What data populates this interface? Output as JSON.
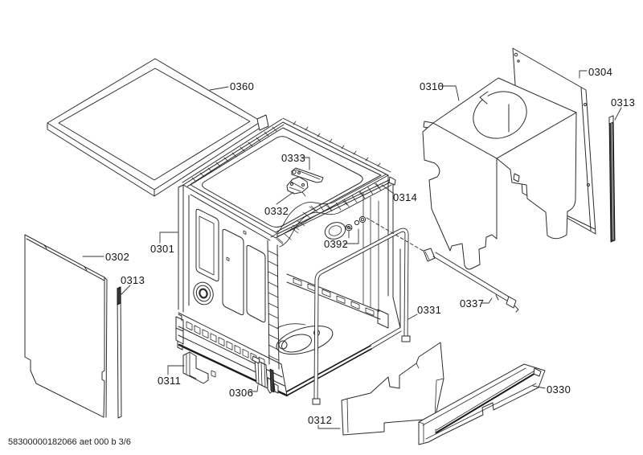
{
  "diagram": {
    "callouts": {
      "c0360": "0360",
      "c0333": "0333",
      "c0332": "0332",
      "c0392": "0392",
      "c0314": "0314",
      "c0310": "0310",
      "c0304": "0304",
      "c0313_right": "0313",
      "c0313_left": "0313",
      "c0302": "0302",
      "c0301": "0301",
      "c0311": "0311",
      "c0306": "0306",
      "c0312": "0312",
      "c0331": "0331",
      "c0337": "0337",
      "c0330": "0330"
    },
    "footer_code": "58300000182066 aet 000 b 3/6",
    "colors": {
      "background": "#ffffff",
      "line": "#2b2b2b",
      "dark_fill": "#3a3a3a"
    }
  }
}
